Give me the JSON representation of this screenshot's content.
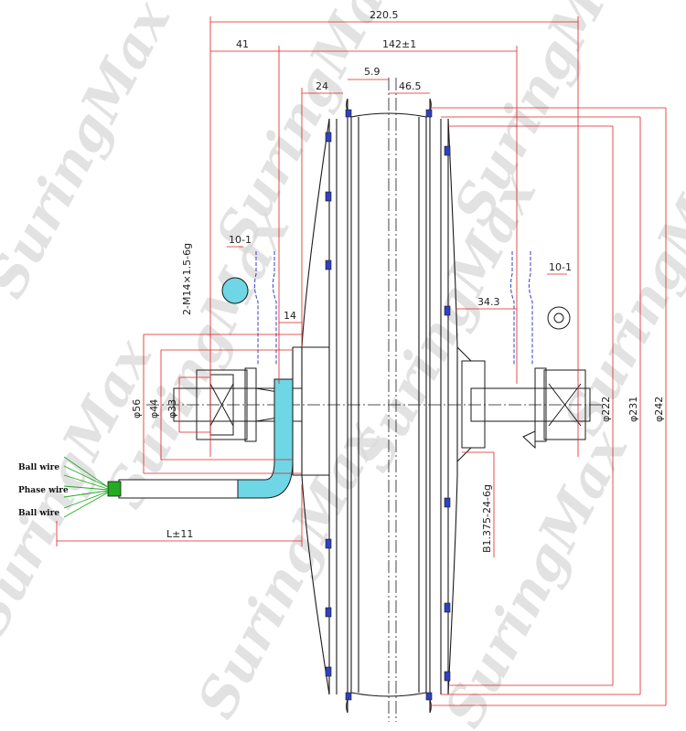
{
  "watermark": "SuringMax",
  "dimensions": {
    "overall_width": "220.5",
    "left_offset": "41",
    "axle_width": "142±1",
    "hub_offset": "24",
    "center_offset": "5.9",
    "half_width": "46.5",
    "flat_left": "10-1",
    "flat_right": "10-1",
    "thread_left": "2-M14×1.5-6g",
    "shoulder": "14",
    "right_axle": "34.3",
    "dia_56": "φ56",
    "dia_44": "φ44",
    "dia_33": "φ33",
    "freewheel_thread": "B1.375-24-6g",
    "dia_222": "φ222",
    "dia_231": "φ231",
    "dia_242": "φ242",
    "cable_length": "L±11"
  },
  "wires": {
    "hall_top": "Ball wire",
    "phase": "Phase wire",
    "hall_bottom": "Ball wire"
  },
  "colors": {
    "dimension_line": "#e02020",
    "drawing_line": "#1a1a1a",
    "axis_blue": "#3040c0",
    "cable_green": "#22aa22",
    "cable_cyan": "#6fd6e6"
  }
}
